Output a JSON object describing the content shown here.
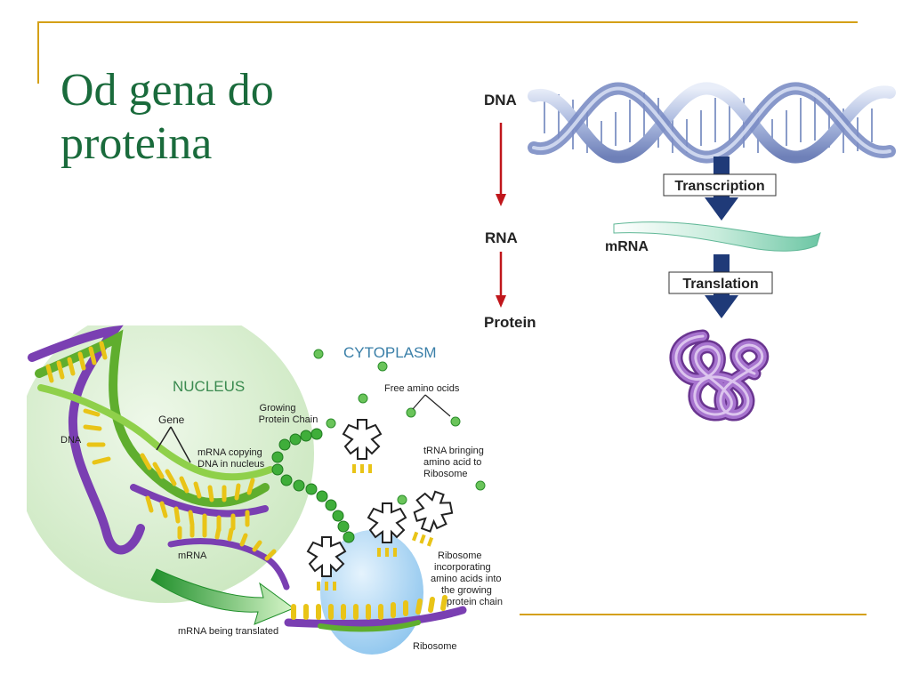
{
  "slide": {
    "title_line1": "Od gena do",
    "title_line2": "proteina"
  },
  "flow_diagram": {
    "dna_label": "DNA",
    "rna_label": "RNA",
    "protein_label": "Protein",
    "transcription_label": "Transcription",
    "mrna_label": "mRNA",
    "translation_label": "Translation"
  },
  "cell_diagram": {
    "nucleus_label": "NUCLEUS",
    "cytoplasm_label": "CYTOPLASM",
    "gene_label": "Gene",
    "dna_label": "DNA",
    "mrna_copying_line1": "mRNA copying",
    "mrna_copying_line2": "DNA in nucleus",
    "growing_chain_line1": "Growing",
    "growing_chain_line2": "Protein Chain",
    "free_amino_acids": "Free amino ocids",
    "trna_line1": "tRNA bringing",
    "trna_line2": "amino acid to",
    "trna_line3": "Ribosome",
    "mrna_label": "mRNA",
    "ribosome_inc_line1": "Ribosome",
    "ribosome_inc_line2": "incorporating",
    "ribosome_inc_line3": "amino acids into",
    "ribosome_inc_line4": "the growing",
    "ribosome_inc_line5": "protein chain",
    "mrna_translated": "mRNA being translated",
    "ribosome_label": "Ribosome"
  },
  "colors": {
    "title": "#1a6b3c",
    "accent_rule": "#d4a017",
    "flow_arrow_red": "#c0161b",
    "flow_arrow_navy": "#1f3a78",
    "protein_purple": "#8e4fb5",
    "mrna_green": "#7fd2b0",
    "nucleus_green": "#d7efcc",
    "ribosome_blue": "#a8d4f2",
    "amino_green": "#3fae3a"
  }
}
